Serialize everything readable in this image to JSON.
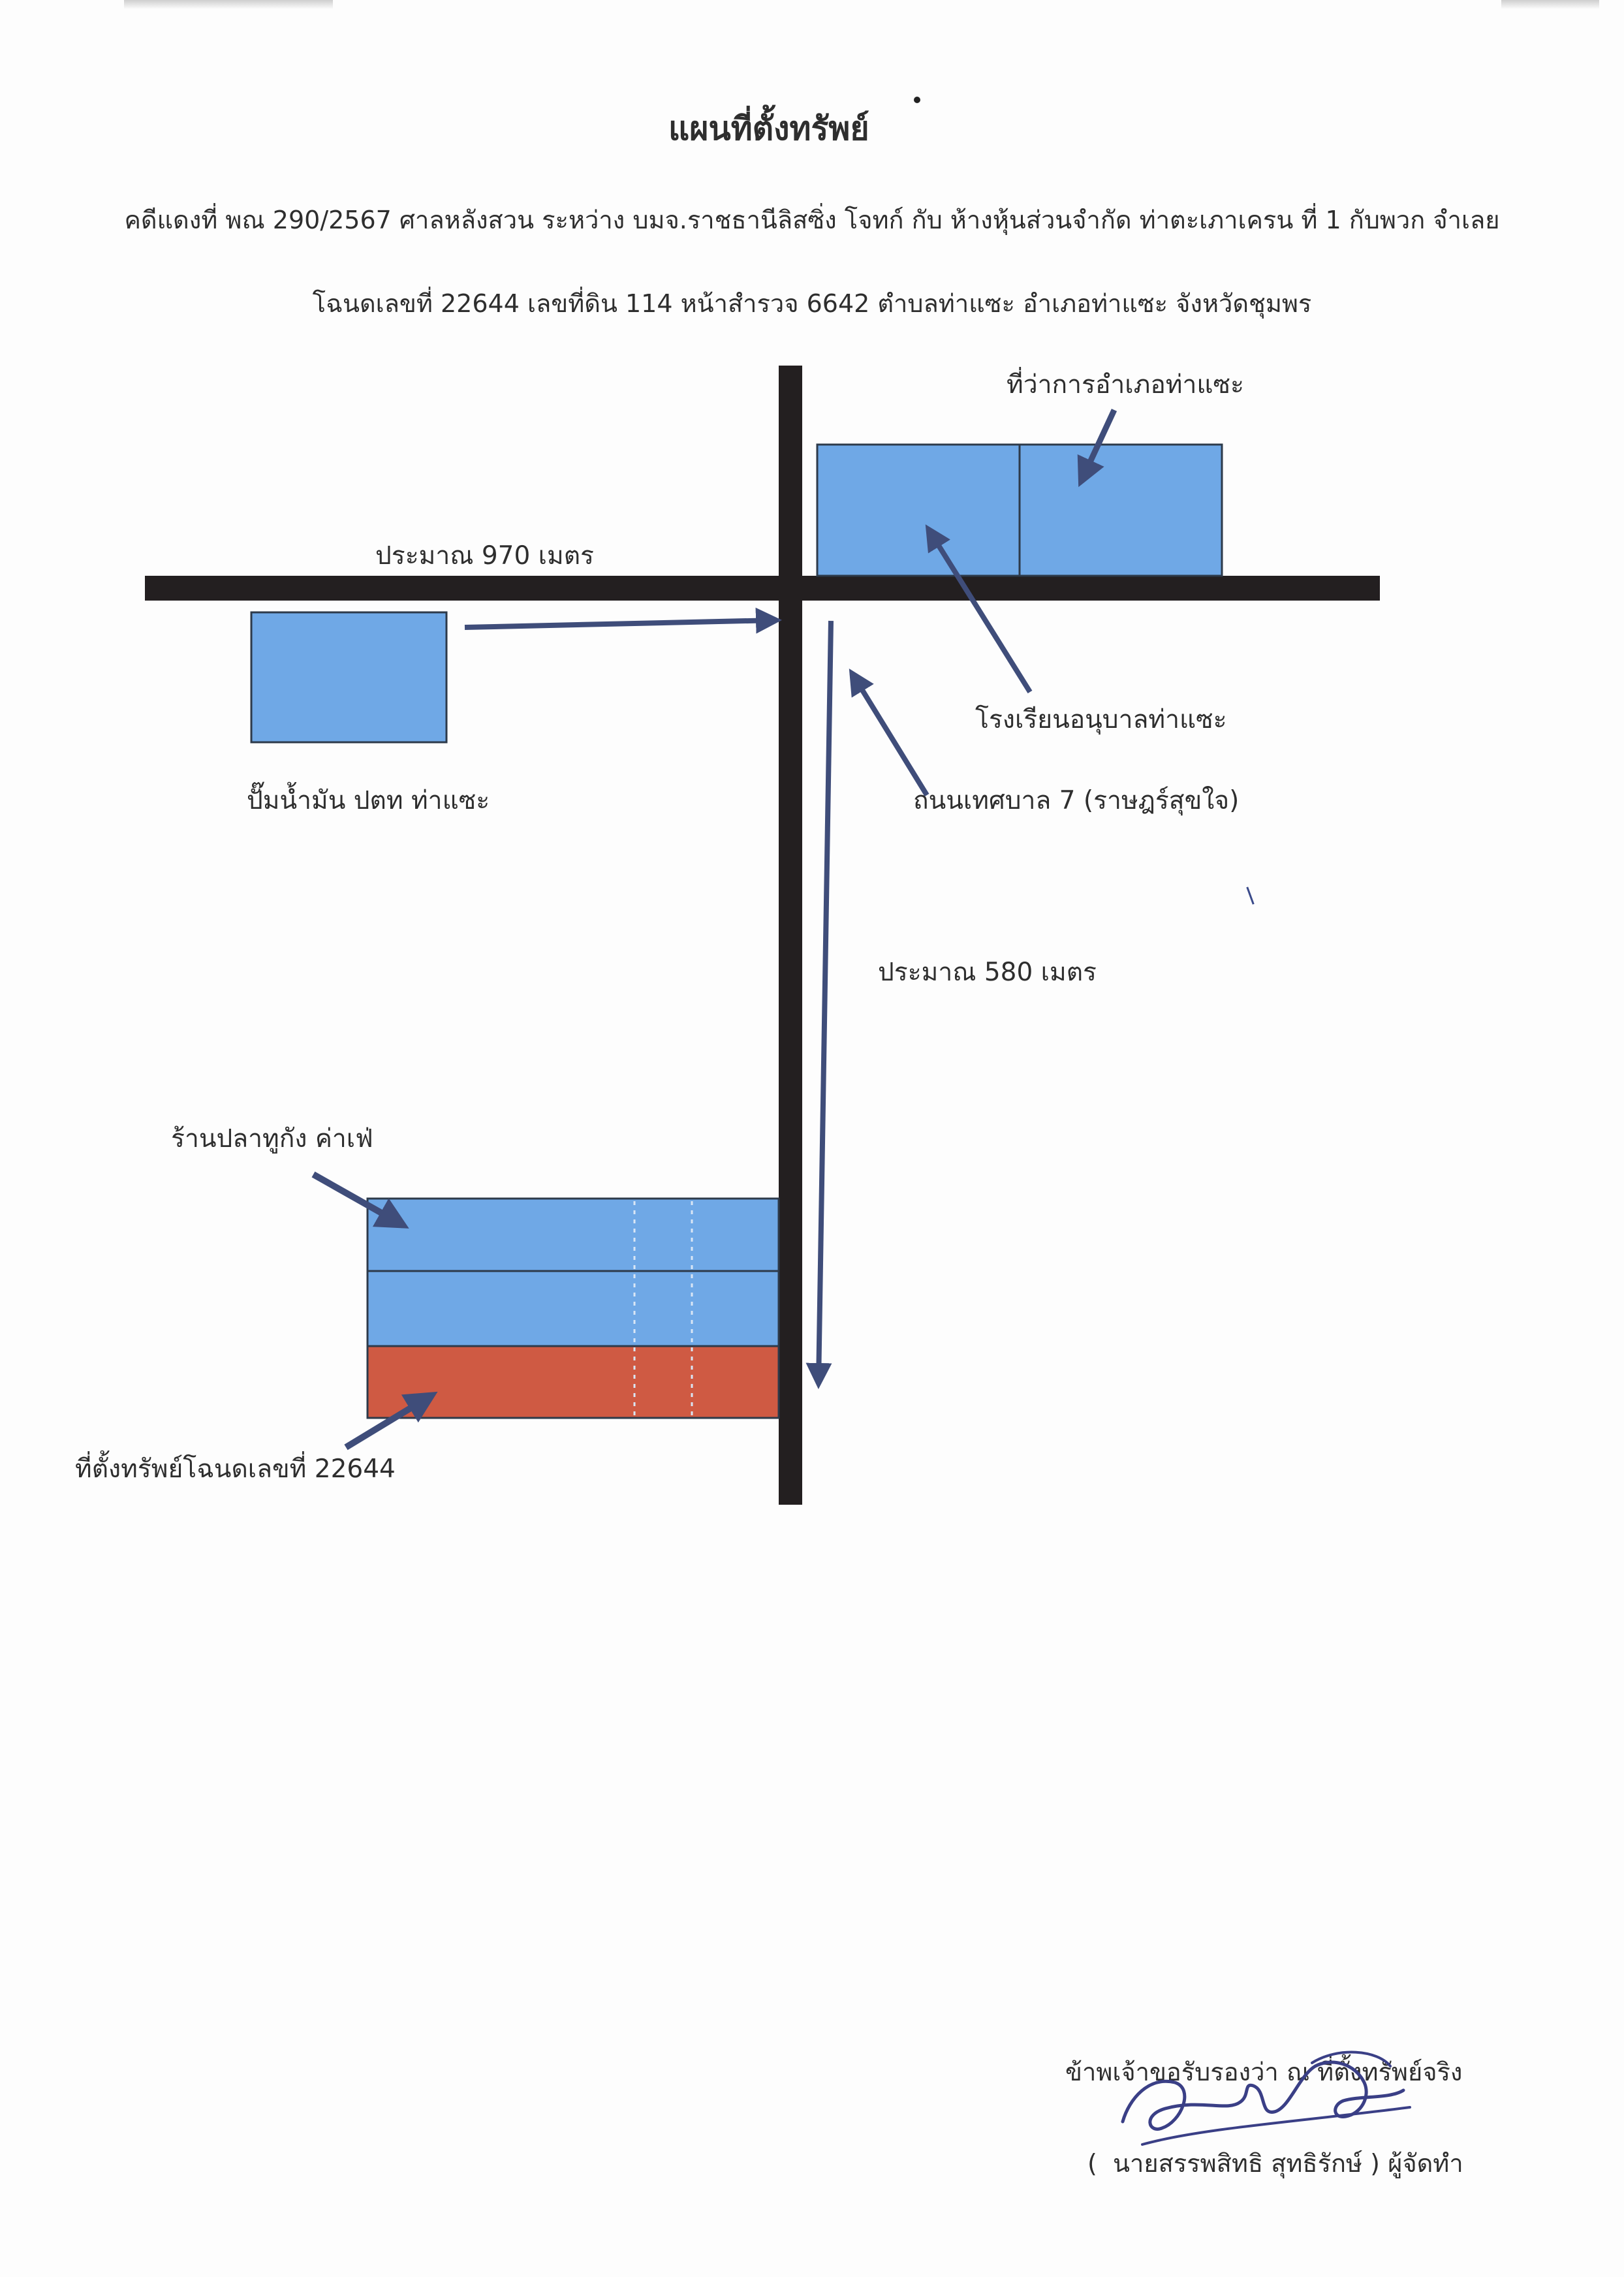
{
  "document": {
    "title": "แผนที่ตั้งทรัพย์",
    "case_line": "คดีแดงที่ พณ 290/2567 ศาลหลังสวน ระหว่าง บมจ.ราชธานีลิสซิ่ง โจทก์ กับ ห้างหุ้นส่วนจำกัด ท่าตะเภาเครน ที่ 1 กับพวก จำเลย",
    "deed_line": "โฉนดเลขที่ 22644 เลขที่ดิน 114  หน้าสำรวจ 6642 ตำบลท่าแซะ  อำเภอท่าแซะ  จังหวัดชุมพร"
  },
  "map": {
    "labels": {
      "district_office": "ที่ว่าการอำเภอท่าแซะ",
      "distance_horizontal": "ประมาณ 970 เมตร",
      "kindergarten": "โรงเรียนอนุบาลท่าแซะ",
      "gas_station": "ปั๊มน้ำมัน ปตท ท่าแซะ",
      "road_name": "ถนนเทศบาล 7 (ราษฎร์สุขใจ)",
      "distance_vertical": "ประมาณ 580 เมตร",
      "fish_shop": "ร้านปลาทูกัง ค่าเฟ่",
      "property": "ที่ตั้งทรัพย์โฉนดเลขที่ 22644"
    },
    "colors": {
      "road": "#231f20",
      "building": "#6fa8e6",
      "building_stroke": "#2d3a4a",
      "property": "#cf5a43",
      "arrow": "#3f4d7a"
    }
  },
  "certification": {
    "statement": "ข้าพเจ้าขอรับรองว่า ณ ที่ตั้งทรัพย์จริง",
    "signer_open": "(",
    "signer_name": "นายสรรพสิทธิ  สุทธิรักษ์",
    "signer_close": ")",
    "signer_role": "ผู้จัดทำ"
  }
}
